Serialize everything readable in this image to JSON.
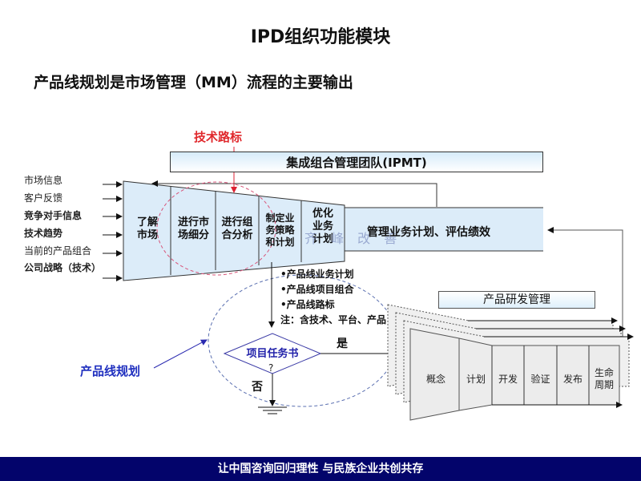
{
  "title": "IPD组织功能模块",
  "subtitle": "产品线规划是市场管理（MM）流程的主要输出",
  "tech_roadmap_label": "技术路标",
  "ipmt_label": "集成组合管理团队(IPMT)",
  "inputs": [
    {
      "label": "市场信息",
      "bold": false
    },
    {
      "label": "客户反馈",
      "bold": false
    },
    {
      "label": "竞争对手信息",
      "bold": true
    },
    {
      "label": "技术趋势",
      "bold": true
    },
    {
      "label": "当前的产品组合",
      "bold": false
    },
    {
      "label": "公司战略（技术）",
      "bold": true
    }
  ],
  "mm_stages": [
    {
      "line1": "了解",
      "line2": "市场"
    },
    {
      "line1": "进行市",
      "line2": "场细分"
    },
    {
      "line1": "进行组",
      "line2": "合分析"
    },
    {
      "line1": "制定业",
      "line2": "务策略",
      "line3": "和计划"
    },
    {
      "line1": "优化",
      "line2": "业务",
      "line3": "计划"
    }
  ],
  "mgmt_label": "管理业务计划、评估绩效",
  "outputs": [
    "•产品线业务计划",
    "•产品线项目组合",
    "•产品线路标",
    "注：含技术、平台、产品"
  ],
  "decision": {
    "label": "项目任务书",
    "question": "?",
    "yes": "是",
    "no": "否"
  },
  "product_line_planning_label": "产品线规划",
  "pdm_label": "产品研发管理",
  "phases": [
    {
      "line1": "概念"
    },
    {
      "line1": "计划"
    },
    {
      "line1": "开发"
    },
    {
      "line1": "验证"
    },
    {
      "line1": "发布"
    },
    {
      "line1": "生命",
      "line2": "周期"
    }
  ],
  "watermark": "齐 峰 改 善",
  "footer": "让中国咨询回归理性  与民族企业共创共存",
  "colors": {
    "accent_red": "#e0282c",
    "accent_blue": "#1f2fbf",
    "footer_bg": "#03046b",
    "funnel_fill": "#dcecf9",
    "phase_fill": "#ececec"
  }
}
